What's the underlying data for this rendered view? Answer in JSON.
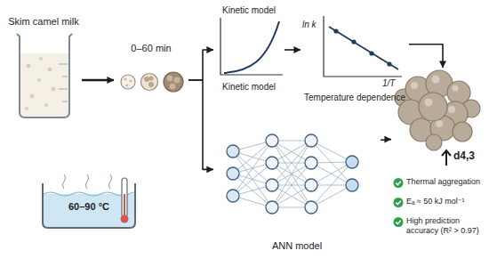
{
  "diagram": {
    "nodes": [
      {
        "text": [
          "Skim camel milk"
        ]
      },
      {
        "text": [
          "0–60 min"
        ]
      },
      {
        "text": [
          "60–90 °C"
        ]
      },
      {
        "text": [
          "Kinetic model",
          "Kinetic model"
        ]
      },
      {
        "text": [
          "ln k",
          "1/T",
          "Temperature dependence"
        ]
      },
      {
        "text": [
          "ANN model"
        ]
      },
      {
        "text": [
          "d4,3"
        ]
      }
    ],
    "edges": [
      {
        "from": 0,
        "to": 1,
        "arrow": "to"
      },
      {
        "from": 1,
        "to": 3,
        "arrow": "to"
      },
      {
        "from": 1,
        "to": 5,
        "arrow": "to"
      },
      {
        "from": 3,
        "to": 4,
        "arrow": "to"
      },
      {
        "from": 4,
        "to": 6,
        "arrow": "to"
      },
      {
        "from": 5,
        "to": 6,
        "arrow": "to"
      }
    ],
    "labels": [
      "Thermal aggregation",
      "Eₐ ≈ 50 kJ mol⁻¹",
      "High prediction accuracy (R² > 0.97)"
    ]
  }
}
